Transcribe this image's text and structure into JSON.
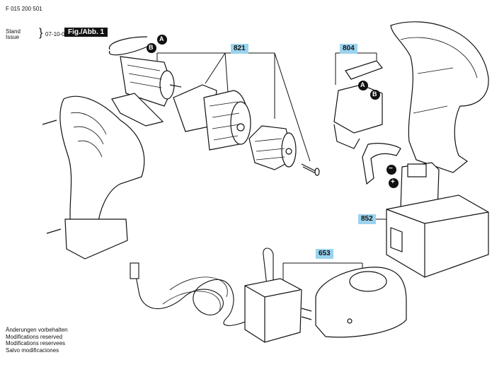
{
  "header": {
    "doc_number": "F 015 200 501",
    "stand_label": "Stand",
    "issue_label": "Issue",
    "date": "07-10-04",
    "figure_label": "Fig./Abb. 1"
  },
  "callouts": {
    "motor_group": "821",
    "switch": "804",
    "battery": "852",
    "charger_group": "653"
  },
  "connector_labels": {
    "a": "A",
    "b": "B",
    "minus": "−",
    "plus": "+"
  },
  "footer_notes": [
    "Änderungen vorbehalten",
    "Modifications reserved",
    "Modifications reservees",
    "Salvo modificaciones"
  ]
}
